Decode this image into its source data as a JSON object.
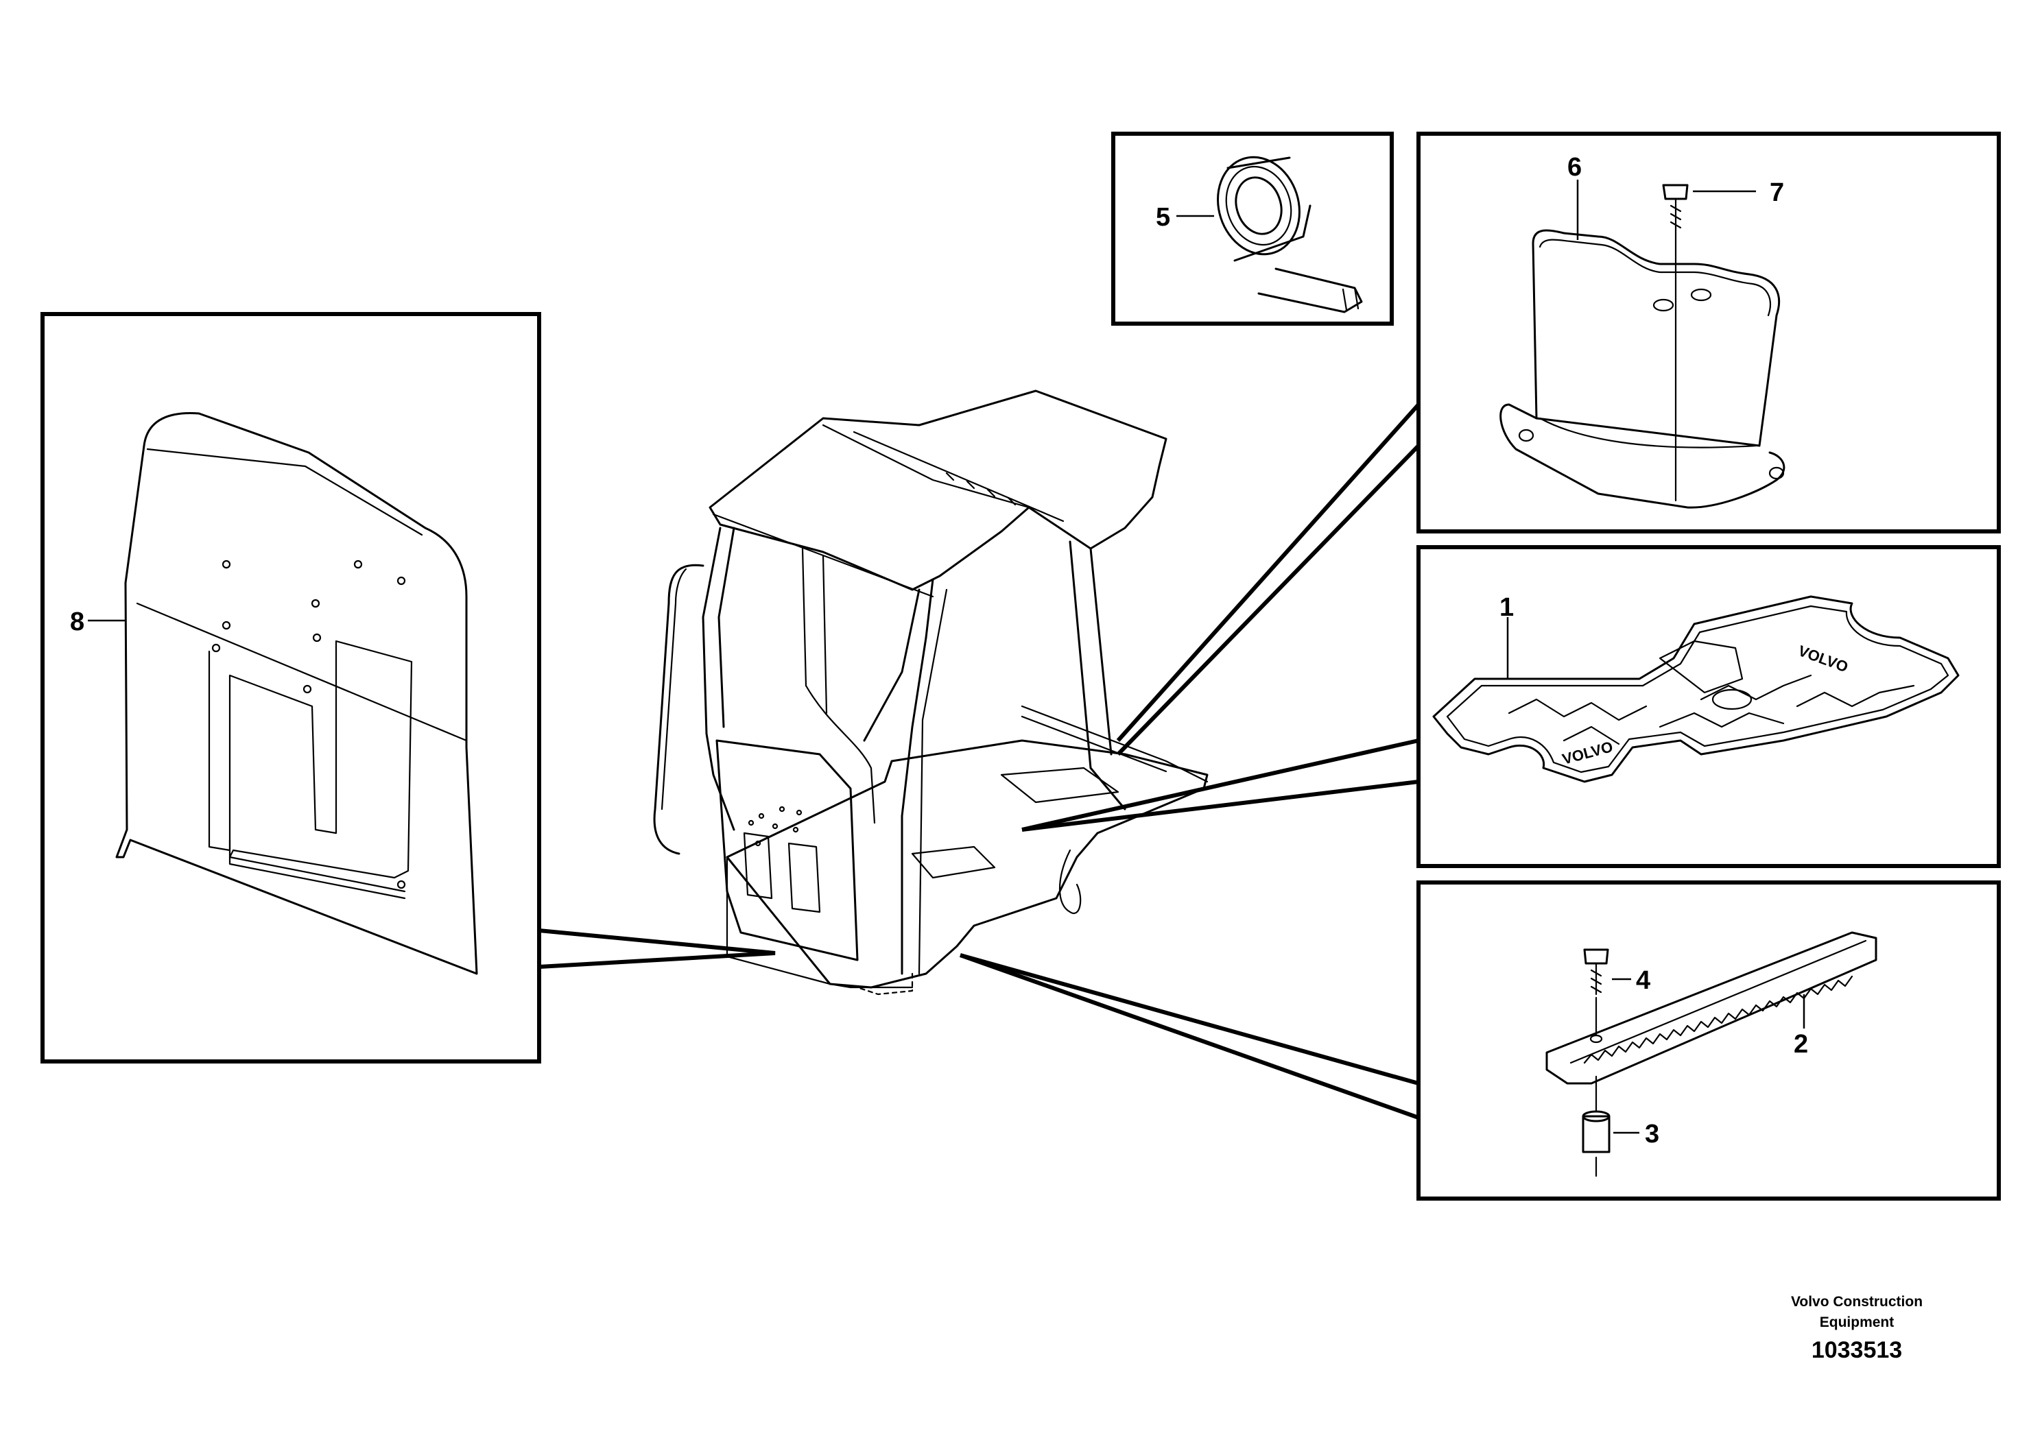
{
  "callouts": {
    "c1": "1",
    "c2": "2",
    "c3": "3",
    "c4": "4",
    "c5": "5",
    "c6": "6",
    "c7": "7",
    "c8": "8"
  },
  "footer": {
    "company_line1": "Volvo Construction",
    "company_line2": "Equipment",
    "drawing_number": "1033513"
  },
  "mat_logo_text": "VOLVO"
}
